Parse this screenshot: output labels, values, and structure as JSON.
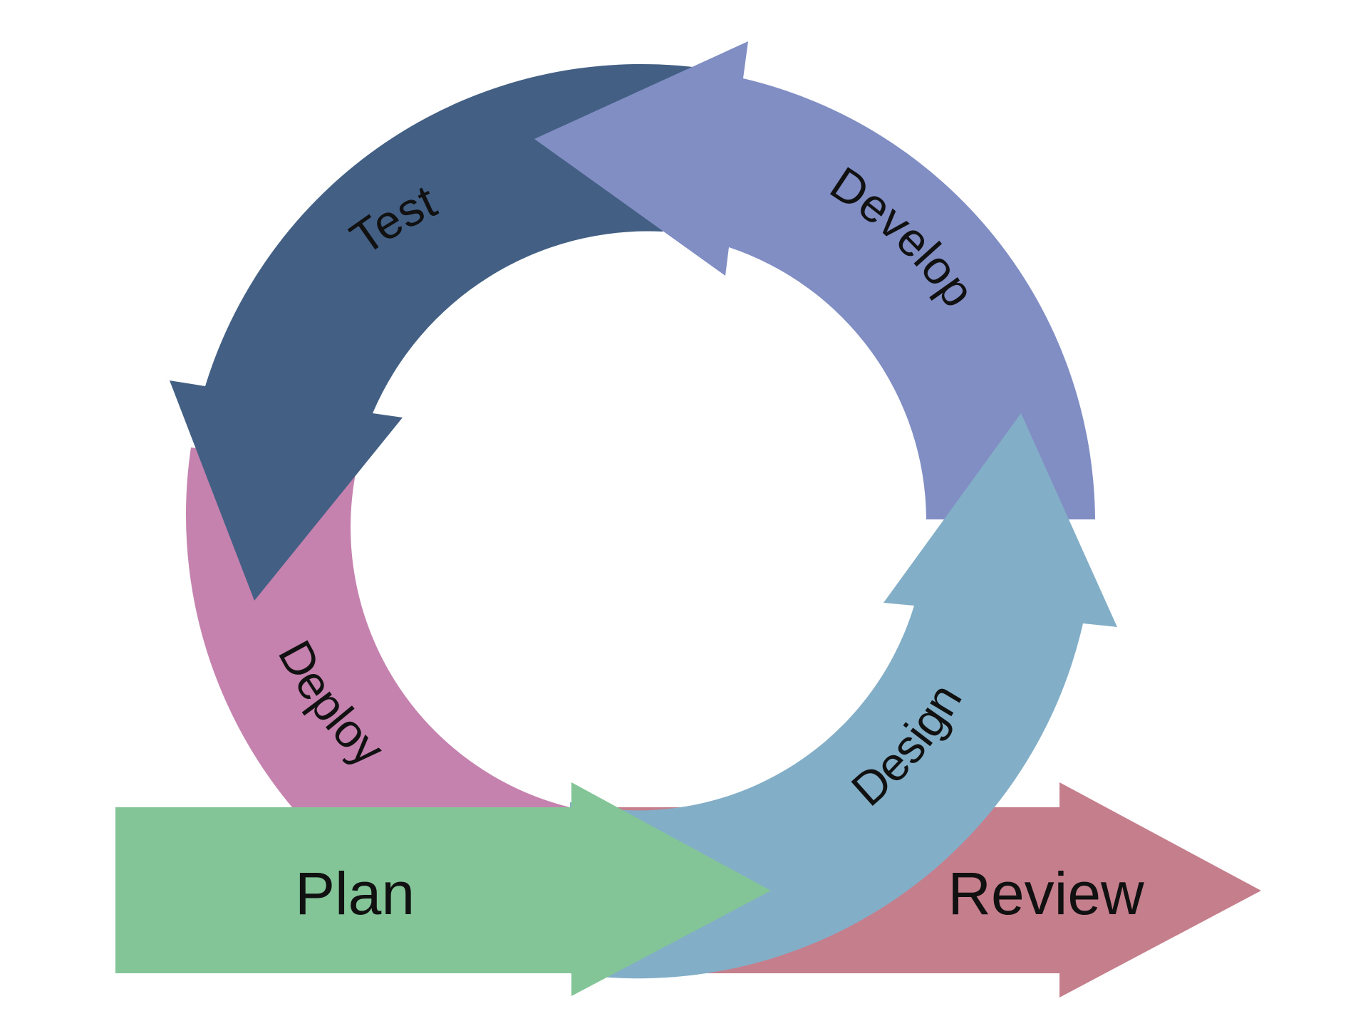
{
  "diagram": {
    "stages": [
      {
        "id": "plan",
        "label": "Plan",
        "color": "#83C597"
      },
      {
        "id": "design",
        "label": "Design",
        "color": "#83AEC7"
      },
      {
        "id": "develop",
        "label": "Develop",
        "color": "#818EC4"
      },
      {
        "id": "test",
        "label": "Test",
        "color": "#435F84"
      },
      {
        "id": "deploy",
        "label": "Deploy",
        "color": "#C582AF"
      },
      {
        "id": "review",
        "label": "Review",
        "color": "#C57F8C"
      }
    ]
  }
}
